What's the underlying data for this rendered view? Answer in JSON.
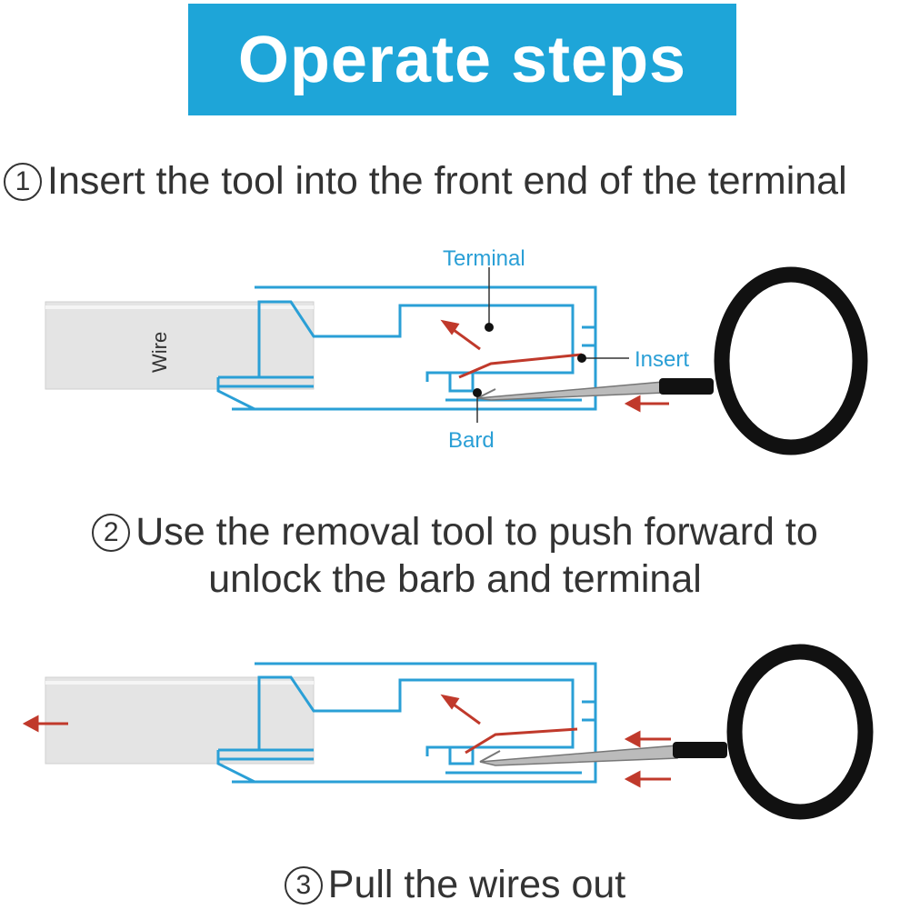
{
  "banner": {
    "title": "Operate steps"
  },
  "steps": [
    {
      "number": "1",
      "text": "Insert the tool into the front end of the terminal"
    },
    {
      "number": "2",
      "line1": "Use the removal tool to push forward to",
      "line2": "unlock the barb and terminal"
    },
    {
      "number": "3",
      "text": "Pull the wires out"
    }
  ],
  "diagram1": {
    "wire_label": "Wire",
    "terminal_label": "Terminal",
    "insert_label": "Insert",
    "barb_label": "Bard"
  },
  "colors": {
    "banner": "#1ea5d8",
    "outline": "#2a9fd6",
    "arrow": "#c0392b",
    "tool": "#111111"
  }
}
